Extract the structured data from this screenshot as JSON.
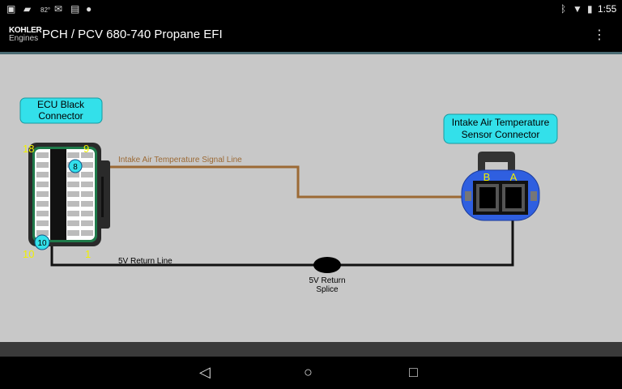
{
  "status_bar": {
    "icons": [
      "screenshot-icon",
      "car-icon",
      "weather-icon",
      "gmail-icon",
      "clipboard-icon",
      "android-icon",
      "bluetooth-icon",
      "wifi-icon",
      "battery-icon"
    ],
    "weather_temp": "82°",
    "time": "1:55"
  },
  "app_bar": {
    "logo_line1": "KOHLER",
    "logo_line2": "Engines",
    "title": "PCH / PCV 680-740 Propane EFI",
    "menu_icon": "overflow-menu-icon"
  },
  "diagram": {
    "ecu_label_line1": "ECU Black",
    "ecu_label_line2": "Connector",
    "sensor_label_line1": "Intake Air Temperature",
    "sensor_label_line2": "Sensor Connector",
    "pin_18": "18",
    "pin_9": "9",
    "pin_10": "10",
    "pin_1": "1",
    "pin_signal": "8",
    "pin_return": "10",
    "sensor_pin_b": "B",
    "sensor_pin_a": "A",
    "signal_line_label": "Intake Air Temperature Signal Line",
    "return_line_label": "5V Return Line",
    "splice_label_line1": "5V Return",
    "splice_label_line2": "Splice",
    "colors": {
      "signal_wire": "#9c6a35",
      "return_wire": "#111111",
      "label_bubble": "#33e0ea",
      "sensor_body": "#2f5fe0",
      "pin_numbers": "#f0f000"
    }
  },
  "nav_bar": {
    "back": "◁",
    "home": "○",
    "recents": "□"
  }
}
